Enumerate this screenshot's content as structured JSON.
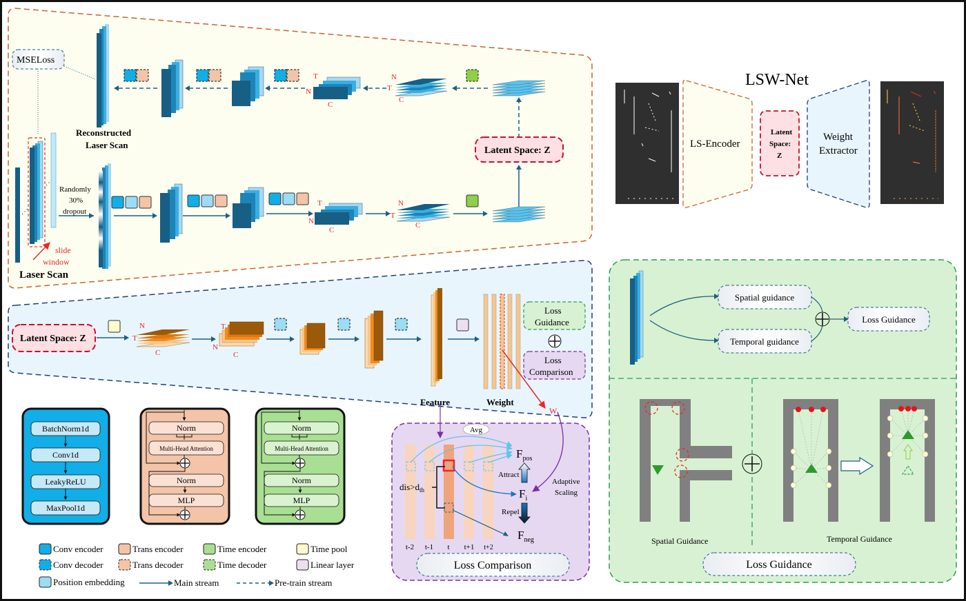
{
  "title": "LSW-Net",
  "overview": {
    "encoder_label": "LS-Encoder",
    "latent_label_lines": [
      "Latent",
      "Space:",
      "Z"
    ],
    "extractor_label_lines": [
      "Weight",
      "Extractor"
    ]
  },
  "pretrain": {
    "mse_loss": "MSELoss",
    "reconstructed_label_lines": [
      "Reconstructed",
      "Laser Scan"
    ],
    "laser_scan_label": "Laser Scan",
    "slide_window_lines": [
      "slide",
      "window"
    ],
    "dropout_lines": [
      "Randomly",
      "30%",
      "dropout"
    ],
    "latent_label": "Latent Space: Z",
    "axis_labels": {
      "t": "T",
      "n": "N",
      "c": "C"
    }
  },
  "weight_extractor": {
    "latent_label": "Latent Space: Z",
    "feature_label": "Feature",
    "weight_label": "Weight",
    "loss_guidance_lines": [
      "Loss",
      "Guidance"
    ],
    "loss_comparison_lines": [
      "Loss",
      "Comparison"
    ],
    "wi_label": "W",
    "wi_sub": "i"
  },
  "blocks": {
    "conv": [
      "BatchNorm1d",
      "Conv1d",
      "LeakyReLU",
      "MaxPool1d"
    ],
    "trans": {
      "norm1": "Norm",
      "mha": "Multi-Head Attention",
      "norm2": "Norm",
      "mlp": "MLP"
    },
    "time": {
      "norm1": "Norm",
      "mha": "Multi-Head Attention",
      "norm2": "Norm",
      "mlp": "MLP"
    }
  },
  "legend": [
    {
      "label": "Conv encoder",
      "color": "#12aee8",
      "dashed": false
    },
    {
      "label": "Trans encoder",
      "color": "#f3c4a8",
      "dashed": false
    },
    {
      "label": "Time encoder",
      "color": "#a9df92",
      "dashed": false
    },
    {
      "label": "Time pool",
      "color": "#fefbcf",
      "dashed": false
    },
    {
      "label": "Conv decoder",
      "color": "#12aee8",
      "dashed": true
    },
    {
      "label": "Trans decoder",
      "color": "#f3c4a8",
      "dashed": true
    },
    {
      "label": "Time decoder",
      "color": "#a9df92",
      "dashed": true
    },
    {
      "label": "Linear layer",
      "color": "#ece0f0",
      "dashed": false
    },
    {
      "label": "Position embedding",
      "color": "#9ddcf5",
      "dashed": false
    }
  ],
  "legend_streams": {
    "main": "Main stream",
    "pretrain": "Pre-train  stream"
  },
  "loss_comparison": {
    "avg": "Avg",
    "f_pos": "F",
    "f_pos_sub": "pos",
    "f_i": "F",
    "f_i_sub": "i",
    "f_neg": "F",
    "f_neg_sub": "neg",
    "attract": "Attract",
    "repel": "Repel",
    "dis": "dis>d",
    "dis_sub": "th",
    "adaptive_lines": [
      "Adaptive",
      "Scaling"
    ],
    "time_ticks": [
      "t-2",
      "t-1",
      "t",
      "t+1",
      "t+2"
    ],
    "title": "Loss Comparison"
  },
  "loss_guidance": {
    "spatial": "Spatial guidance",
    "temporal": "Temporal guidance",
    "output": "Loss Guidance",
    "spatial_caption": "Spatial Guidance",
    "temporal_caption": "Temporal Guidance",
    "title": "Loss Guidance"
  },
  "colors": {
    "encoder_dark": "#175f84",
    "encoder_mid": "#1d84b8",
    "encoder_light": "#3aaee0",
    "encoder_pale": "#a8d8ef",
    "arrow": "#1e5f82",
    "latent_red": "#c8102e",
    "orange_dark": "#9b5a0a",
    "orange_mid": "#f08c1e",
    "orange_light": "#f7c68a",
    "yellow_bg": "#fefef0",
    "blue_bg": "#e8f5fc",
    "green_bg": "#d8f1d2",
    "purple_bg": "#e6d8f0"
  }
}
